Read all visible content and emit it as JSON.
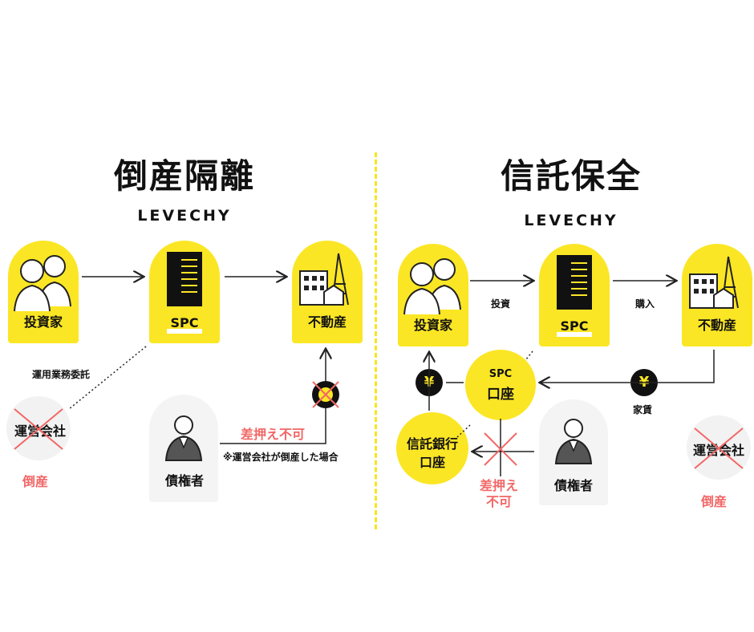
{
  "left": {
    "title": "倒産隔離",
    "brand": "LEVECHY",
    "investor": "投資家",
    "spc": "SPC",
    "property": "不動産",
    "delegation": "運用業務委託",
    "operator": "運営会社",
    "bankrupt": "倒産",
    "creditor": "債権者",
    "no_seizure": "差押え不可",
    "note": "※運営会社が倒産した場合"
  },
  "right": {
    "title": "信託保全",
    "brand": "LEVECHY",
    "investor": "投資家",
    "spc": "SPC",
    "property": "不動産",
    "invest_label": "投資",
    "purchase_label": "購入",
    "rent_label": "家賃",
    "spc_account_line1": "SPC",
    "spc_account_line2": "口座",
    "trust_account_line1": "信託銀行",
    "trust_account_line2": "口座",
    "creditor": "債権者",
    "no_seizure_line1": "差押え",
    "no_seizure_line2": "不可",
    "operator": "運営会社",
    "bankrupt": "倒産",
    "yen": "¥"
  },
  "colors": {
    "accent": "#FBE625",
    "alert": "#F26666",
    "divider": "#F7E51F"
  }
}
